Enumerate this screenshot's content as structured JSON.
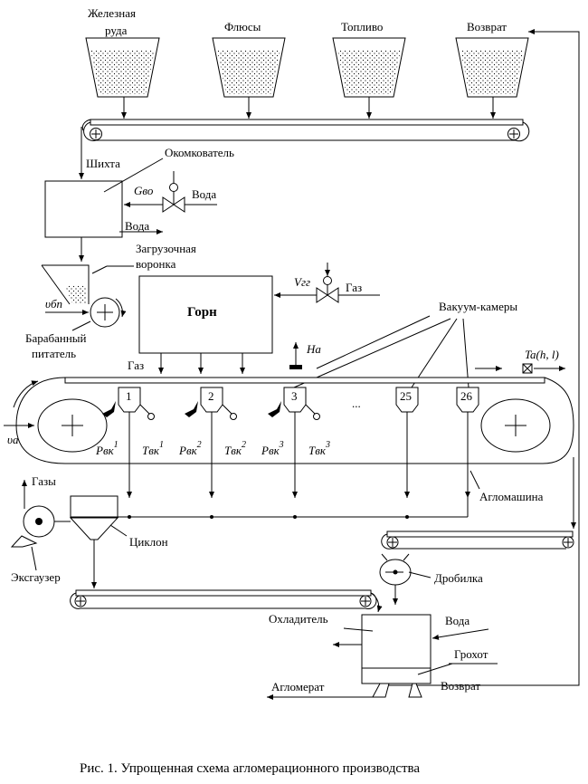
{
  "hoppers": [
    "Железная руда",
    "Флюсы",
    "Топливо",
    "Возврат"
  ],
  "labels": {
    "mix": "Шихта",
    "pelletizer": "Окомкователь",
    "water_in": "Вода",
    "water_out": "Вода",
    "load_funnel_1": "Загрузочная",
    "load_funnel_2": "воронка",
    "drum_feeder_1": "Барабанный",
    "drum_feeder_2": "питатель",
    "forge": "Горн",
    "gas_in": "Газ",
    "gas_left": "Газ",
    "vacuum_chambers": "Вакуум-камеры",
    "sinter_machine": "Агломашина",
    "gases": "Газы",
    "cyclone": "Циклон",
    "exhauster": "Эксгаузер",
    "crusher": "Дробилка",
    "cooler": "Охладитель",
    "water_cooler": "Вода",
    "screen": "Грохот",
    "agglomerate": "Агломерат",
    "return_out": "Возврат",
    "ellipsis": "...",
    "g_vo": "Gво",
    "v_bp": "υбп",
    "v_gg": "Vгг",
    "h_a": "Ha",
    "t_a": "Ta(h, l)",
    "v_a": "υa"
  },
  "chambers": [
    {
      "num": "1",
      "p": "Pвк",
      "t": "Tвк",
      "sup": "1"
    },
    {
      "num": "2",
      "p": "Pвк",
      "t": "Tвк",
      "sup": "2"
    },
    {
      "num": "3",
      "p": "Pвк",
      "t": "Tвк",
      "sup": "3"
    },
    {
      "num": "25"
    },
    {
      "num": "26"
    }
  ],
  "caption": "Рис. 1. Упрощенная схема агломерационного производства"
}
